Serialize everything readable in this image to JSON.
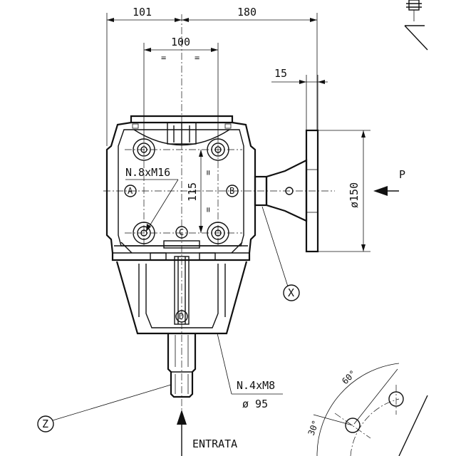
{
  "dimensions": {
    "width_left": "101",
    "width_right": "180",
    "bolt_spacing_h": "100",
    "flange_thickness": "15",
    "bolt_spacing_v": "115",
    "flange_diameter": "ø150",
    "angle_60": "60°",
    "angle_30": "30°",
    "equal_mark": "="
  },
  "callouts": {
    "top_bolts": "N.8xM16",
    "bottom_bolts_count": "N.4xM8",
    "bottom_bolts_circle": "ø 95"
  },
  "labels": {
    "face_a": "A",
    "face_b": "B",
    "face_c": "C",
    "face_d": "D",
    "shaft_x": "X",
    "shaft_z": "Z",
    "output_p": "P",
    "input": "ENTRATA"
  }
}
